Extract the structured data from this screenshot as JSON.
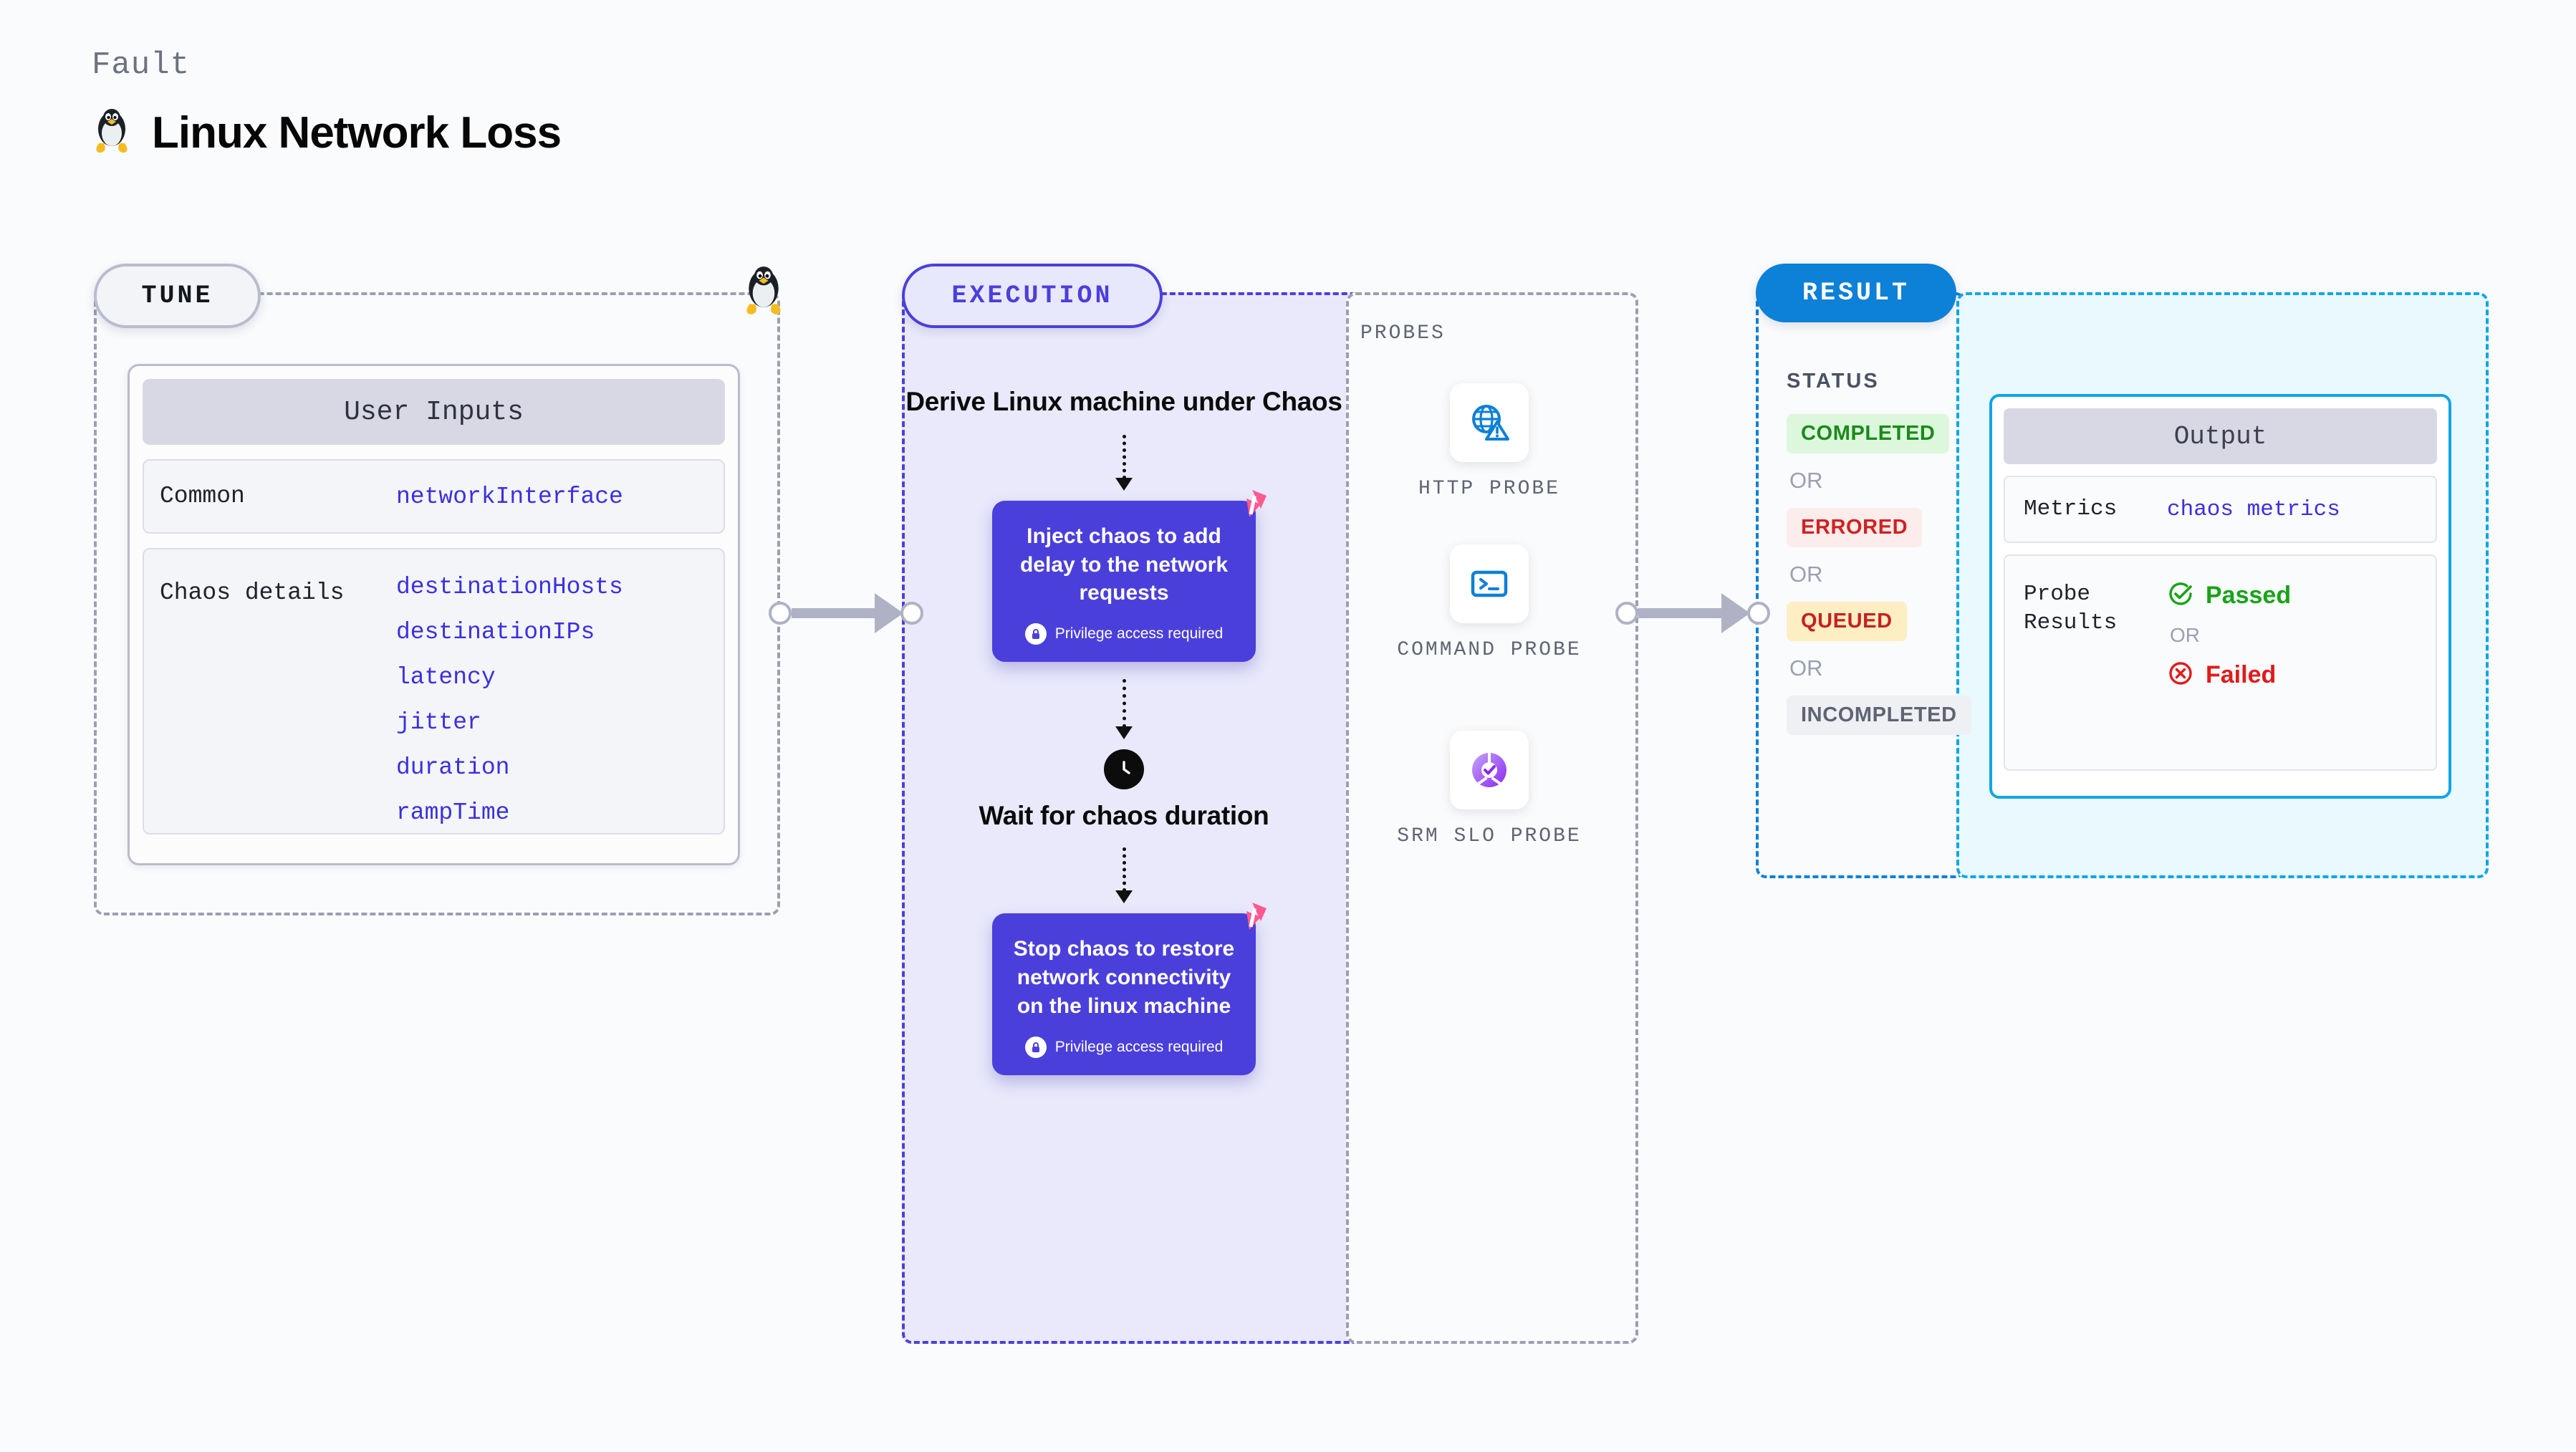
{
  "header": {
    "eyebrow": "Fault",
    "title": "Linux Network Loss",
    "icon": "linux-penguin-icon"
  },
  "tune": {
    "pill_label": "TUNE",
    "boundary_icon": "linux-penguin-icon",
    "card": {
      "head": "User Inputs",
      "rows": [
        {
          "key": "Common",
          "values": [
            "networkInterface"
          ]
        },
        {
          "key": "Chaos details",
          "values": [
            "destinationHosts",
            "destinationIPs",
            "latency",
            "jitter",
            "duration",
            "rampTime"
          ]
        }
      ]
    }
  },
  "execution": {
    "pill_label": "EXECUTION",
    "steps": [
      {
        "type": "title",
        "text": "Derive Linux machine under Chaos"
      },
      {
        "type": "card",
        "text": "Inject chaos to add delay to the network requests",
        "privilege": "Privilege access required",
        "badge": "harness-logo-icon",
        "lock": "lock-icon"
      },
      {
        "type": "title",
        "text": "Wait for chaos duration",
        "icon": "clock-icon"
      },
      {
        "type": "card",
        "text": "Stop chaos to restore network connectivity on the linux machine",
        "privilege": "Privilege access required",
        "badge": "harness-logo-icon",
        "lock": "lock-icon"
      }
    ]
  },
  "probes": {
    "label": "PROBES",
    "items": [
      {
        "name": "HTTP PROBE",
        "icon": "globe-warning-icon",
        "color": "#0d80d8"
      },
      {
        "name": "COMMAND PROBE",
        "icon": "terminal-icon",
        "color": "#0d80d8"
      },
      {
        "name": "SRM SLO PROBE",
        "icon": "slo-donut-check-icon",
        "color": "#9a3ff5"
      }
    ]
  },
  "result": {
    "pill_label": "RESULT",
    "status_label": "STATUS",
    "or_text": "OR",
    "statuses": [
      {
        "label": "COMPLETED",
        "style": "st-completed"
      },
      {
        "label": "ERRORED",
        "style": "st-errored"
      },
      {
        "label": "QUEUED",
        "style": "st-queued"
      },
      {
        "label": "INCOMPLETED",
        "style": "st-incompleted"
      }
    ]
  },
  "output": {
    "head": "Output",
    "metrics_key": "Metrics",
    "metrics_value": "chaos metrics",
    "probe_results_key": "Probe Results",
    "passed": "Passed",
    "failed": "Failed",
    "or_text": "OR"
  },
  "colors": {
    "canvas": "#fafbfc",
    "execution_purple": "#4b3fdb",
    "result_blue": "#0d80d8",
    "output_cyan": "#0fa5e8",
    "param_blue": "#3a30e0",
    "harness_pink": "#fb5a90",
    "pass_green": "#18a318",
    "fail_red": "#e01b1b"
  }
}
